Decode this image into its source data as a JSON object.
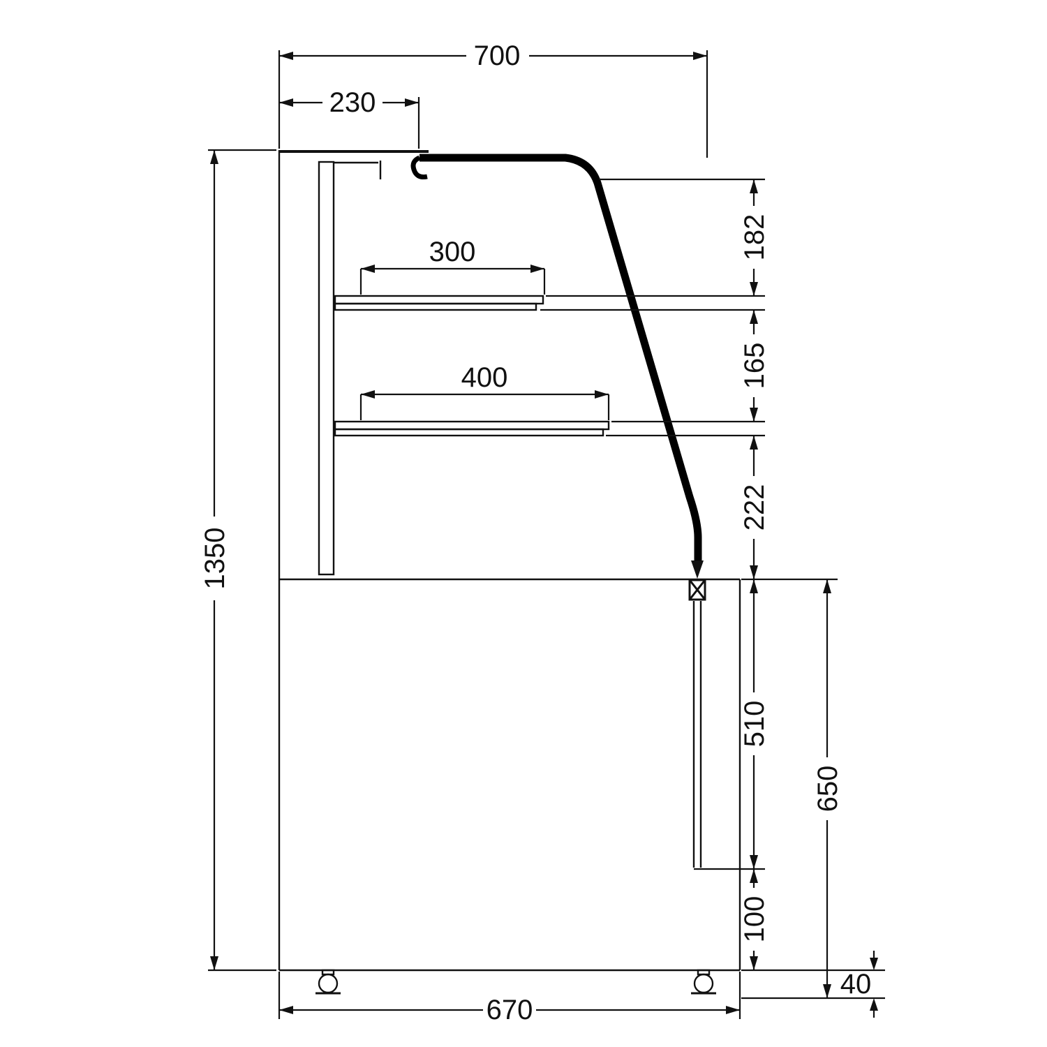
{
  "diagram": {
    "dimensions": {
      "overall_depth": "700",
      "top_ledge_depth": "230",
      "overall_height": "1350",
      "upper_shelf_depth": "300",
      "lower_shelf_depth": "400",
      "glass_to_upper_shelf": "182",
      "upper_to_lower_shelf": "165",
      "lower_shelf_to_counter": "222",
      "front_panel_height": "510",
      "counter_to_floor": "650",
      "kick_height": "100",
      "foot_height": "40",
      "base_depth": "670"
    }
  }
}
